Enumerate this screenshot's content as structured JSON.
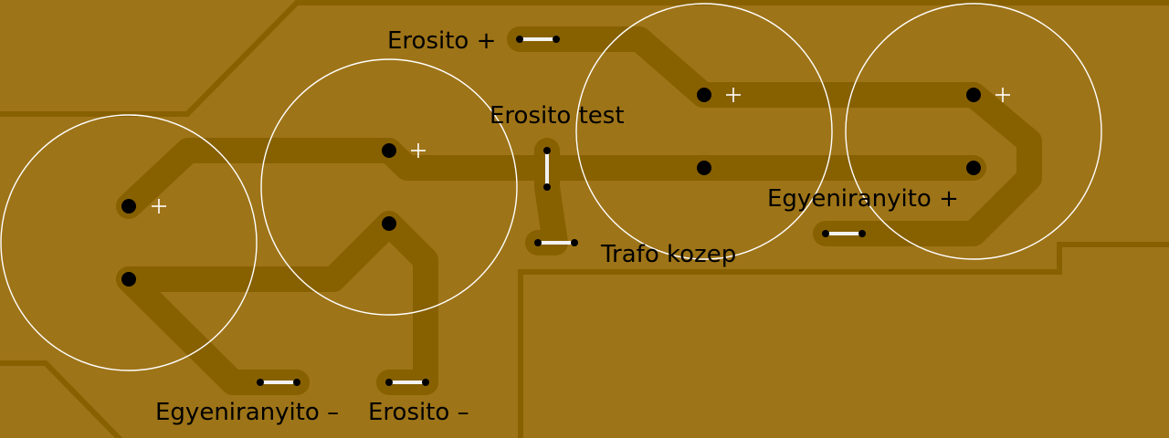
{
  "colors": {
    "board": "#9e7418",
    "copper": "#876000",
    "outline": "#876000",
    "silkscreen": "#ffffff",
    "hole": "#000000",
    "label": "#000000"
  },
  "labels": {
    "amp_plus": "Erosito +",
    "amp_ground": "Erosito test",
    "trafo_center": "Trafo kozep",
    "rect_plus": "Egyeniranyito +",
    "rect_minus": "Egyeniranyito –",
    "amp_minus": "Erosito –"
  },
  "components": {
    "capacitor_count": 4,
    "polarity_mark": "+"
  }
}
